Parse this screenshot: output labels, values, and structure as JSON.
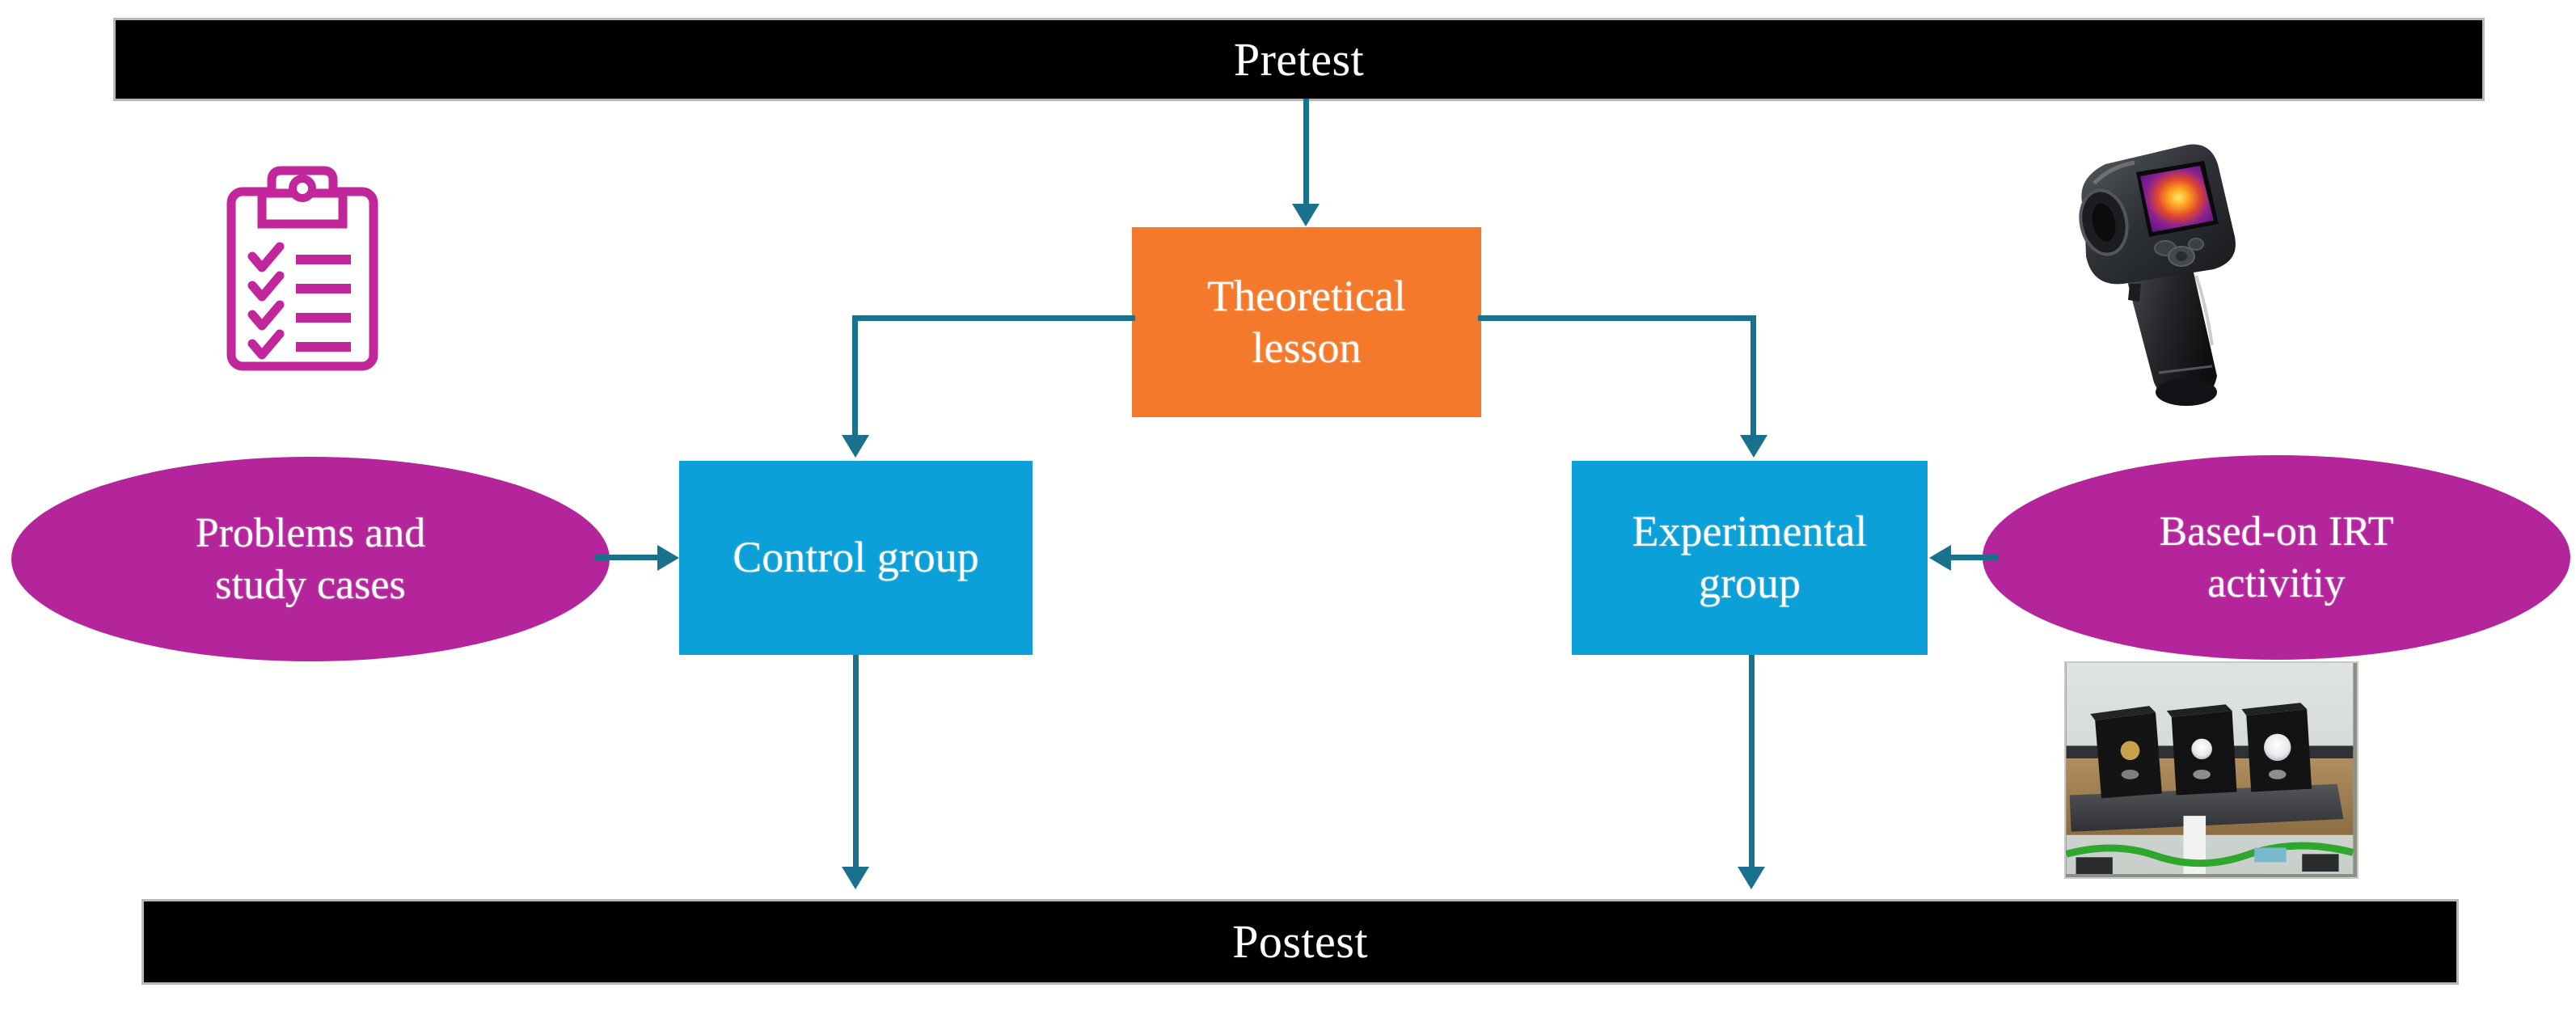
{
  "diagram": {
    "title": "Quasi-experimental research design flow",
    "colors": {
      "banner_bg": "#000000",
      "banner_text": "#FFFFFF",
      "theoretical_box": "#F4792B",
      "group_box": "#0CA0D8",
      "ellipse": "#B4249A",
      "connector": "#19718E",
      "icon_magenta": "#C2269B"
    },
    "banners": {
      "pretest": "Pretest",
      "postest": "Postest"
    },
    "boxes": {
      "theoretical_lesson": "Theoretical\nlesson",
      "theoretical_lesson_line1": "Theoretical",
      "theoretical_lesson_line2": "lesson",
      "control_group": "Control group",
      "experimental_group_line1": "Experimental",
      "experimental_group_line2": "group"
    },
    "ellipses": {
      "problems_line1": "Problems and",
      "problems_line2": "study cases",
      "irt_line1": "Based-on IRT",
      "irt_line2": "activitiy"
    },
    "icons": {
      "clipboard": "clipboard-checklist-icon",
      "thermal_camera": "infrared-thermal-camera-image",
      "lab_photo": "lab-setup-photo-three-black-boxes"
    },
    "connectors": [
      {
        "name": "pretest-to-theoretical",
        "from": "Pretest",
        "to": "Theoretical lesson",
        "direction": "down"
      },
      {
        "name": "theoretical-to-control",
        "from": "Theoretical lesson",
        "to": "Control group",
        "direction": "left-down"
      },
      {
        "name": "theoretical-to-experimental",
        "from": "Theoretical lesson",
        "to": "Experimental group",
        "direction": "right-down"
      },
      {
        "name": "problems-to-control",
        "from": "Problems and study cases",
        "to": "Control group",
        "direction": "right"
      },
      {
        "name": "irt-to-experimental",
        "from": "Based-on IRT activitiy",
        "to": "Experimental group",
        "direction": "left"
      },
      {
        "name": "control-to-postest",
        "from": "Control group",
        "to": "Postest",
        "direction": "down"
      },
      {
        "name": "experimental-to-postest",
        "from": "Experimental group",
        "to": "Postest",
        "direction": "down"
      }
    ]
  }
}
